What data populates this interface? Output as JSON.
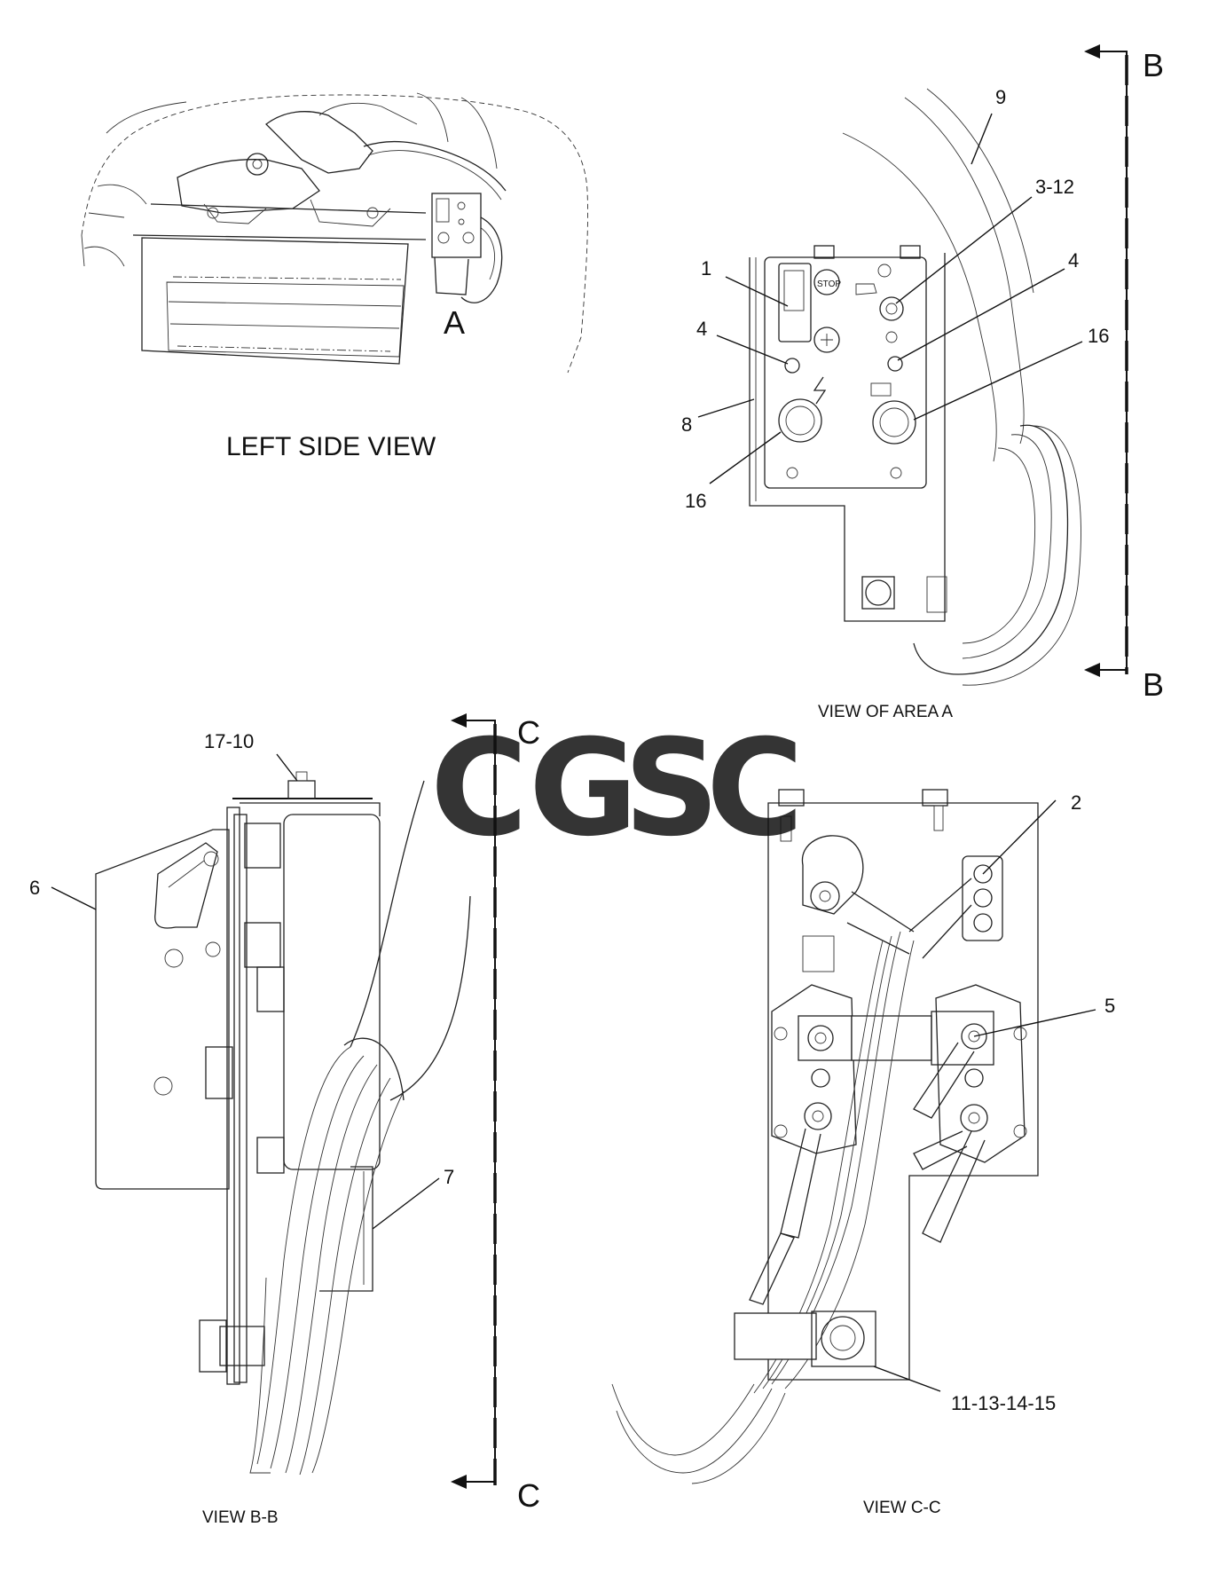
{
  "views": {
    "left_side": {
      "title": "LEFT SIDE VIEW",
      "area_label": "A"
    },
    "area_a": {
      "caption": "VIEW OF AREA A"
    },
    "view_b": {
      "caption": "VIEW B-B"
    },
    "view_c": {
      "caption": "VIEW C-C"
    }
  },
  "section_markers": {
    "b_top": "B",
    "b_bottom": "B",
    "c_top": "C",
    "c_bottom": "C"
  },
  "callouts": {
    "c9": "9",
    "c3_12": "3-12",
    "c4_right": "4",
    "c1": "1",
    "c4_left": "4",
    "c16_right": "16",
    "c8": "8",
    "c16_left": "16",
    "c17_10": "17-10",
    "c6": "6",
    "c7": "7",
    "c2": "2",
    "c5": "5",
    "c11_13_14_15": "11-13-14-15"
  },
  "panel_labels": {
    "stop": "STOP"
  },
  "watermark": {
    "letters": [
      "C",
      "G",
      "S",
      "C"
    ],
    "colors": [
      "#4f86ec",
      "#f08a82",
      "#f7d04e",
      "#5bb07a"
    ]
  }
}
